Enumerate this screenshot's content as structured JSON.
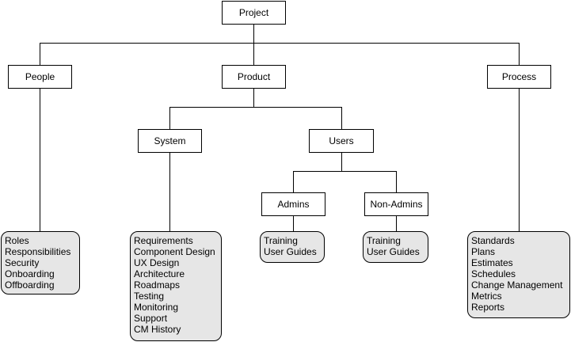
{
  "diagram": {
    "root": "Project",
    "level1": {
      "people": "People",
      "product": "Product",
      "process": "Process"
    },
    "level2": {
      "system": "System",
      "users": "Users"
    },
    "level3": {
      "admins": "Admins",
      "non_admins": "Non-Admins"
    },
    "people_items": [
      "Roles",
      "Responsibilities",
      "Security",
      "Onboarding",
      "Offboarding"
    ],
    "system_items": [
      "Requirements",
      "Component Design",
      "UX Design",
      "Architecture",
      "Roadmaps",
      "Testing",
      "Monitoring",
      "Support",
      "CM History"
    ],
    "admins_items": [
      "Training",
      "User Guides"
    ],
    "non_admins_items": [
      "Training",
      "User Guides"
    ],
    "process_items": [
      "Standards",
      "Plans",
      "Estimates",
      "Schedules",
      "Change Management",
      "Metrics",
      "Reports"
    ]
  },
  "colors": {
    "node_fill": "#ffffff",
    "leaf_fill": "#e6e6e6",
    "stroke": "#000000"
  }
}
